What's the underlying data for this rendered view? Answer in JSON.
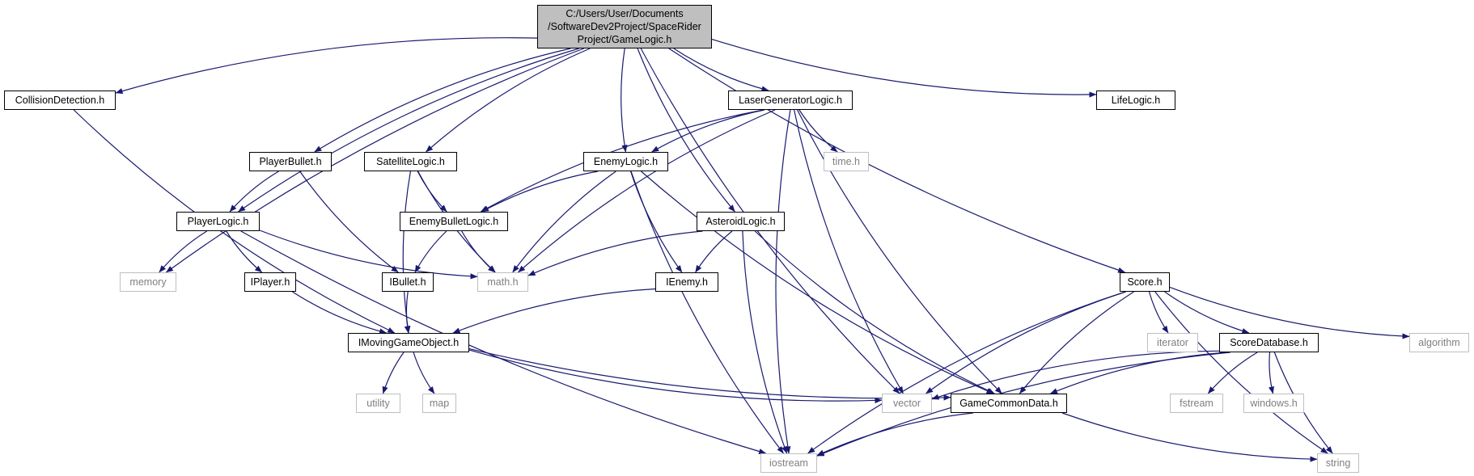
{
  "colors": {
    "edge": "#191970",
    "node_border": "#000000",
    "sys_border": "#bfbfbf",
    "sys_text": "#7f7f7f",
    "root_fill": "#bfbfbf"
  },
  "nodes": [
    {
      "id": "root",
      "label": "C:/Users/User/Documents\n/SoftwareDev2Project/SpaceRider\nProject/GameLogic.h",
      "kind": "root"
    },
    {
      "id": "collision",
      "label": "CollisionDetection.h",
      "kind": "local"
    },
    {
      "id": "laser",
      "label": "LaserGeneratorLogic.h",
      "kind": "local"
    },
    {
      "id": "life",
      "label": "LifeLogic.h",
      "kind": "local"
    },
    {
      "id": "playerbullet",
      "label": "PlayerBullet.h",
      "kind": "local"
    },
    {
      "id": "satellite",
      "label": "SatelliteLogic.h",
      "kind": "local"
    },
    {
      "id": "enemy",
      "label": "EnemyLogic.h",
      "kind": "local"
    },
    {
      "id": "time",
      "label": "time.h",
      "kind": "system"
    },
    {
      "id": "playerlogic",
      "label": "PlayerLogic.h",
      "kind": "local"
    },
    {
      "id": "enemybullet",
      "label": "EnemyBulletLogic.h",
      "kind": "local"
    },
    {
      "id": "asteroid",
      "label": "AsteroidLogic.h",
      "kind": "local"
    },
    {
      "id": "memory",
      "label": "memory",
      "kind": "system"
    },
    {
      "id": "iplayer",
      "label": "IPlayer.h",
      "kind": "local"
    },
    {
      "id": "ibullet",
      "label": "IBullet.h",
      "kind": "local"
    },
    {
      "id": "math",
      "label": "math.h",
      "kind": "system"
    },
    {
      "id": "ienemy",
      "label": "IEnemy.h",
      "kind": "local"
    },
    {
      "id": "score",
      "label": "Score.h",
      "kind": "local"
    },
    {
      "id": "imoving",
      "label": "IMovingGameObject.h",
      "kind": "local"
    },
    {
      "id": "iterator",
      "label": "iterator",
      "kind": "system"
    },
    {
      "id": "scoredb",
      "label": "ScoreDatabase.h",
      "kind": "local"
    },
    {
      "id": "algorithm",
      "label": "algorithm",
      "kind": "system"
    },
    {
      "id": "utility",
      "label": "utility",
      "kind": "system"
    },
    {
      "id": "map",
      "label": "map",
      "kind": "system"
    },
    {
      "id": "vector",
      "label": "vector",
      "kind": "system"
    },
    {
      "id": "gcd",
      "label": "GameCommonData.h",
      "kind": "local"
    },
    {
      "id": "fstream",
      "label": "fstream",
      "kind": "system"
    },
    {
      "id": "windows",
      "label": "windows.h",
      "kind": "system"
    },
    {
      "id": "iostream",
      "label": "iostream",
      "kind": "system"
    },
    {
      "id": "string",
      "label": "string",
      "kind": "system"
    }
  ],
  "edges": [
    [
      "root",
      "collision"
    ],
    [
      "root",
      "memory"
    ],
    [
      "root",
      "playerlogic"
    ],
    [
      "root",
      "playerbullet"
    ],
    [
      "root",
      "satellite"
    ],
    [
      "root",
      "enemy"
    ],
    [
      "root",
      "asteroid"
    ],
    [
      "root",
      "laser"
    ],
    [
      "root",
      "vector"
    ],
    [
      "root",
      "score"
    ],
    [
      "root",
      "life"
    ],
    [
      "collision",
      "imoving"
    ],
    [
      "laser",
      "enemy"
    ],
    [
      "laser",
      "time"
    ],
    [
      "laser",
      "enemybullet"
    ],
    [
      "laser",
      "math"
    ],
    [
      "laser",
      "vector"
    ],
    [
      "laser",
      "gcd"
    ],
    [
      "laser",
      "iostream"
    ],
    [
      "playerbullet",
      "playerlogic"
    ],
    [
      "playerbullet",
      "ibullet"
    ],
    [
      "satellite",
      "enemybullet"
    ],
    [
      "satellite",
      "imoving"
    ],
    [
      "satellite",
      "math"
    ],
    [
      "enemy",
      "enemybullet"
    ],
    [
      "enemy",
      "math"
    ],
    [
      "enemy",
      "ienemy"
    ],
    [
      "enemy",
      "gcd"
    ],
    [
      "enemy",
      "iostream"
    ],
    [
      "playerlogic",
      "memory"
    ],
    [
      "playerlogic",
      "iplayer"
    ],
    [
      "playerlogic",
      "math"
    ],
    [
      "playerlogic",
      "iostream"
    ],
    [
      "enemybullet",
      "ibullet"
    ],
    [
      "enemybullet",
      "math"
    ],
    [
      "asteroid",
      "math"
    ],
    [
      "asteroid",
      "ienemy"
    ],
    [
      "asteroid",
      "gcd"
    ],
    [
      "asteroid",
      "iostream"
    ],
    [
      "iplayer",
      "imoving"
    ],
    [
      "ibullet",
      "imoving"
    ],
    [
      "ienemy",
      "imoving"
    ],
    [
      "imoving",
      "utility"
    ],
    [
      "imoving",
      "map"
    ],
    [
      "imoving",
      "vector"
    ],
    [
      "imoving",
      "gcd"
    ],
    [
      "score",
      "vector"
    ],
    [
      "score",
      "iterator"
    ],
    [
      "score",
      "scoredb"
    ],
    [
      "score",
      "algorithm"
    ],
    [
      "score",
      "gcd"
    ],
    [
      "score",
      "iostream"
    ],
    [
      "score",
      "string"
    ],
    [
      "scoredb",
      "vector"
    ],
    [
      "scoredb",
      "gcd"
    ],
    [
      "scoredb",
      "fstream"
    ],
    [
      "scoredb",
      "windows"
    ],
    [
      "scoredb",
      "iostream"
    ],
    [
      "scoredb",
      "string"
    ],
    [
      "gcd",
      "iostream"
    ],
    [
      "gcd",
      "string"
    ]
  ]
}
